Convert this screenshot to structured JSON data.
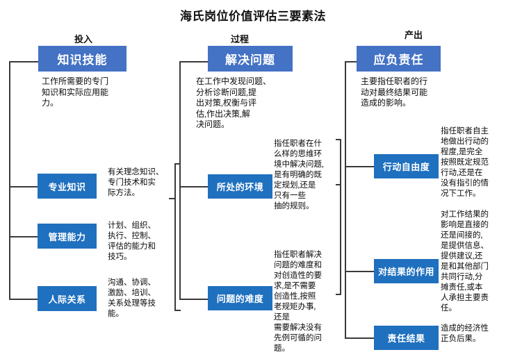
{
  "title": "海氏岗位价值评估三要素法",
  "columns": [
    {
      "label": "投入",
      "main": {
        "heading": "知识技能",
        "desc": "工作所需要的专门\n知识和实际应用能\n力。"
      },
      "items": [
        {
          "heading": "专业知识",
          "desc": "有关理念知识、\n专门技术和实\n际方法。"
        },
        {
          "heading": "管理能力",
          "desc": "计划、组织、\n执行、控制、\n评估的能力和\n技巧。"
        },
        {
          "heading": "人际关系",
          "desc": "沟通、协调、\n激励、培训、\n关系处理等技\n能。"
        }
      ]
    },
    {
      "label": "过程",
      "main": {
        "heading": "解决问题",
        "desc": "在工作中发现问题、\n分析诊断问题,提\n出对策,权衡与评\n估,作出决策,解\n决问题。"
      },
      "items": [
        {
          "heading": "所处的环境",
          "desc": "指任职者在什\n么样的思维环\n境中解决问题,\n是有明确的既\n定规划,还是\n只有一些\n抽的规则。"
        },
        {
          "heading": "问题的难度",
          "desc": "指任职者解决\n问题的难度和\n对创造性的要\n求,是不需要\n创造性,按照\n老规矩办事,\n还是\n需要解决没有\n先例可循的问\n题。"
        }
      ]
    },
    {
      "label": "产出",
      "main": {
        "heading": "应负责任",
        "desc": "主要指任职者的行\n动对最终结果可能\n造成的影响。"
      },
      "items": [
        {
          "heading": "行动自由度",
          "desc": "指任职者自主\n地做出行动的\n程度,是完全\n按照既定规范\n行动,还是在\n没有指引的情\n况下工作。"
        },
        {
          "heading": "对结果的作用",
          "desc": "对工作结果的\n影响是直接的\n还是间接的,\n是提供信息、\n提供建议,还\n是和其他部门\n共同行动,分\n摊责任,或本\n人承担主要责\n任。"
        },
        {
          "heading": "责任结果",
          "desc": "造成的经济性\n正负后果。"
        }
      ]
    }
  ],
  "colors": {
    "main_box": "#4472C4",
    "sub_box": "#1F70BE",
    "connector": "#3A3A3A",
    "text": "#000000",
    "background": "#FFFFFF"
  }
}
